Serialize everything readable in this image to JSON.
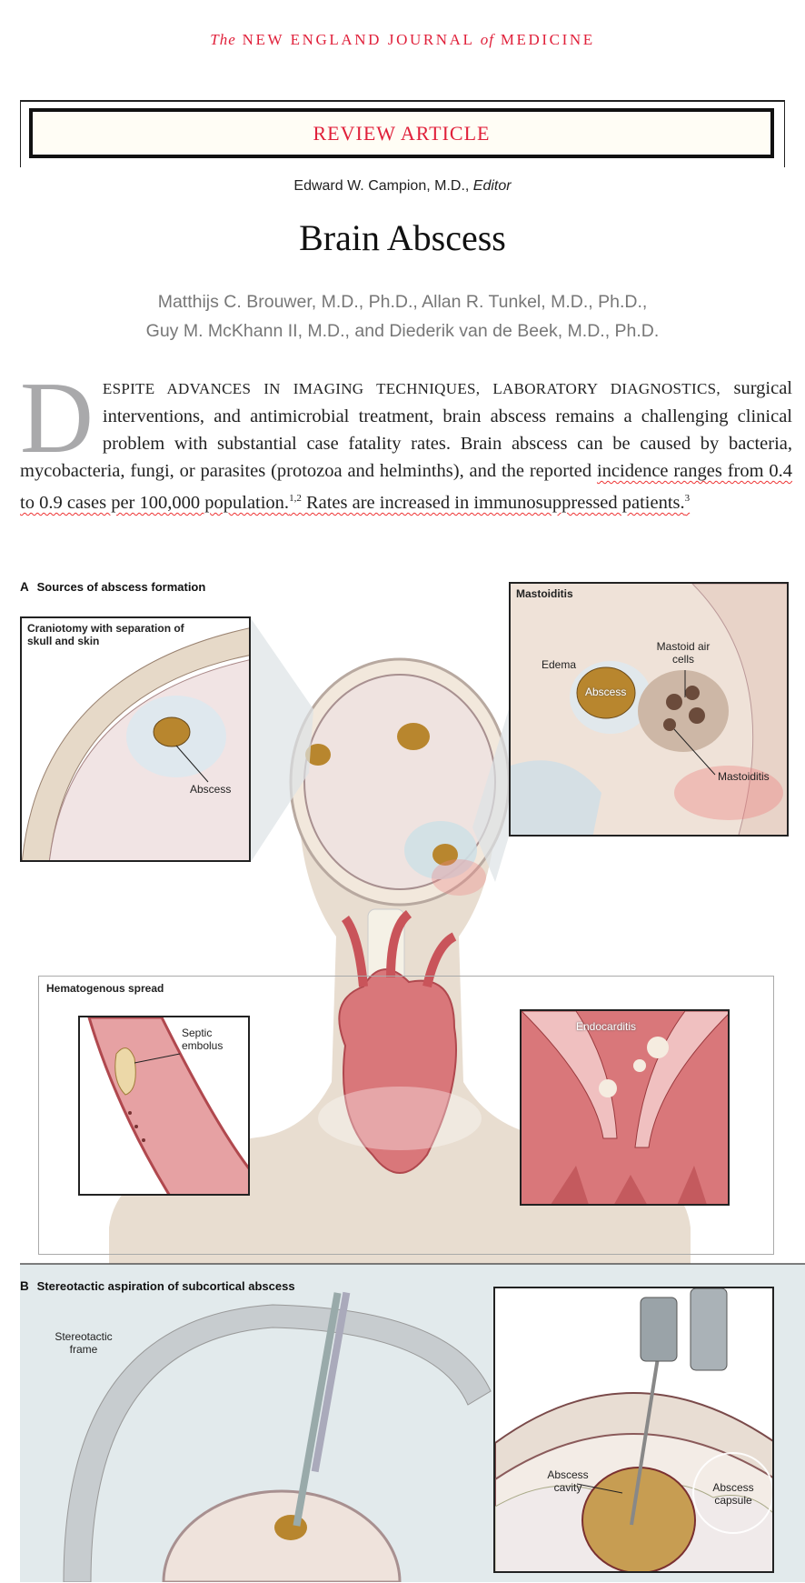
{
  "journal": {
    "the": "The",
    "name_part1": "NEW ENGLAND JOURNAL",
    "of": "of",
    "name_part2": "MEDICINE"
  },
  "section_label": "REVIEW ARTICLE",
  "editor": {
    "name": "Edward W. Campion, M.D.,",
    "role": "Editor"
  },
  "title": "Brain Abscess",
  "authors": {
    "line1": "Matthijs C. Brouwer, M.D., Ph.D., Allan R. Tunkel, M.D., Ph.D.,",
    "line2": "Guy M. McKhann II, M.D., and Diederik van de Beek, M.D., Ph.D."
  },
  "intro": {
    "drop_cap": "D",
    "lead_caps": "ESPITE ADVANCES IN IMAGING TECHNIQUES, LABORATORY DIAGNOSTICS,",
    "text1": " surgical interventions, and antimicrobial treatment, brain abscess remains a challenging clinical problem with substantial case fatality rates. Brain abscess can be caused by bacteria, mycobacteria, fungi, or parasites (protozoa and helminths), and the reported ",
    "text2": "incidence ranges from 0.4 to 0.9 cases per 100,000 population.",
    "ref1": "1,2",
    "text3": " Rates are increased in immunosuppressed patients.",
    "ref2": "3"
  },
  "figure": {
    "panel_a": {
      "letter": "A",
      "title": "Sources of abscess formation",
      "craniotomy": {
        "title": "Craniotomy with separation of skull and skin",
        "label": "Abscess"
      },
      "mastoiditis": {
        "title": "Mastoiditis",
        "edema": "Edema",
        "air_cells": "Mastoid air cells",
        "abscess": "Abscess",
        "mastoiditis": "Mastoiditis"
      },
      "hematogenous": {
        "title": "Hematogenous spread",
        "embolus": "Septic embolus",
        "endocarditis": "Endocarditis"
      }
    },
    "panel_b": {
      "letter": "B",
      "title": "Stereotactic aspiration of subcortical abscess",
      "frame": "Stereotactic frame",
      "cavity": "Abscess cavity",
      "capsule": "Abscess capsule"
    }
  }
}
